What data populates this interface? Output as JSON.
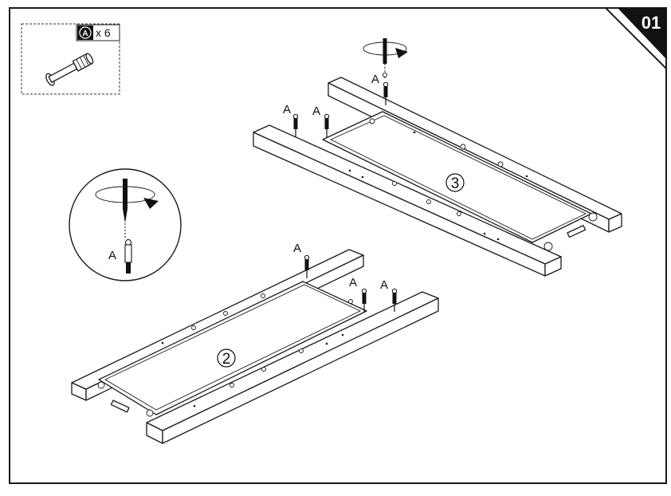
{
  "step": {
    "number": "01"
  },
  "parts": {
    "letter": "A",
    "quantity": "x 6"
  },
  "panels": {
    "left": "2",
    "right": "3"
  },
  "callouts": {
    "label": "A"
  }
}
